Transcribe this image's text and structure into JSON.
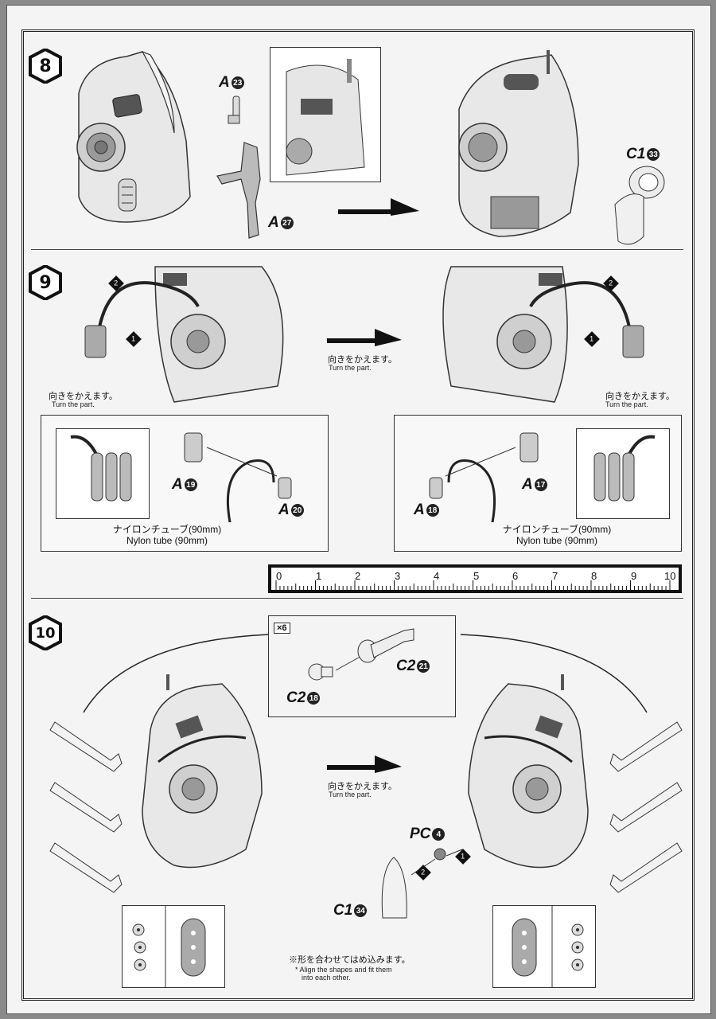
{
  "steps": [
    {
      "number": "8"
    },
    {
      "number": "9"
    },
    {
      "number": "10"
    }
  ],
  "step8": {
    "parts": [
      {
        "letter": "A",
        "index": "23"
      },
      {
        "letter": "A",
        "index": "27"
      },
      {
        "letter": "C1",
        "index": "33"
      }
    ]
  },
  "step9": {
    "turn_jp": "向きをかえます。",
    "turn_en": "Turn the part.",
    "left_parts": [
      {
        "letter": "A",
        "index": "19"
      },
      {
        "letter": "A",
        "index": "20"
      }
    ],
    "right_parts": [
      {
        "letter": "A",
        "index": "18"
      },
      {
        "letter": "A",
        "index": "17"
      }
    ],
    "tube_jp": "ナイロンチューブ(90mm)",
    "tube_en": "Nylon tube (90mm)",
    "bullets": [
      "1",
      "2"
    ]
  },
  "ruler": {
    "numbers": [
      "0",
      "1",
      "2",
      "3",
      "4",
      "5",
      "6",
      "7",
      "8",
      "9",
      "10"
    ]
  },
  "step10": {
    "quantity": "×6",
    "parts": [
      {
        "letter": "C2",
        "index": "21"
      },
      {
        "letter": "C2",
        "index": "18"
      },
      {
        "letter": "PC",
        "index": "4"
      },
      {
        "letter": "C1",
        "index": "34"
      }
    ],
    "turn_jp": "向きをかえます。",
    "turn_en": "Turn the part.",
    "align_jp": "※形を合わせてはめ込みます。",
    "align_en_1": "* Align the shapes and fit them",
    "align_en_2": "into each other."
  }
}
